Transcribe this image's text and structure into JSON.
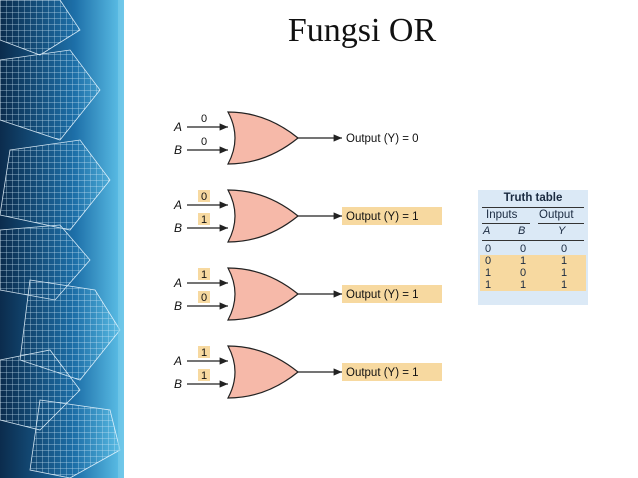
{
  "slide": {
    "title": "Fungsi OR"
  },
  "gates": [
    {
      "a": "0",
      "b": "0",
      "a_highlight": false,
      "b_highlight": false,
      "output": "Output (Y) = 0",
      "output_highlight": false
    },
    {
      "a": "0",
      "b": "1",
      "a_highlight": true,
      "b_highlight": true,
      "output": "Output (Y) = 1",
      "output_highlight": true
    },
    {
      "a": "1",
      "b": "0",
      "a_highlight": true,
      "b_highlight": true,
      "output": "Output (Y) = 1",
      "output_highlight": true
    },
    {
      "a": "1",
      "b": "1",
      "a_highlight": true,
      "b_highlight": true,
      "output": "Output (Y) = 1",
      "output_highlight": true
    }
  ],
  "input_labels": {
    "a": "A",
    "b": "B"
  },
  "truth_table": {
    "title": "Truth table",
    "group_inputs": "Inputs",
    "group_output": "Output",
    "columns": [
      "A",
      "B",
      "Y"
    ],
    "rows": [
      [
        "0",
        "0",
        "0"
      ],
      [
        "0",
        "1",
        "1"
      ],
      [
        "1",
        "0",
        "1"
      ],
      [
        "1",
        "1",
        "1"
      ]
    ],
    "highlight_rows": [
      1,
      2,
      3
    ]
  },
  "colors": {
    "gate_fill": "#f6b9a9",
    "highlight": "#f7d9a0",
    "table_bg": "#dbe9f6",
    "side_dark": "#0a2a4a",
    "side_light": "#3aa6d8"
  }
}
